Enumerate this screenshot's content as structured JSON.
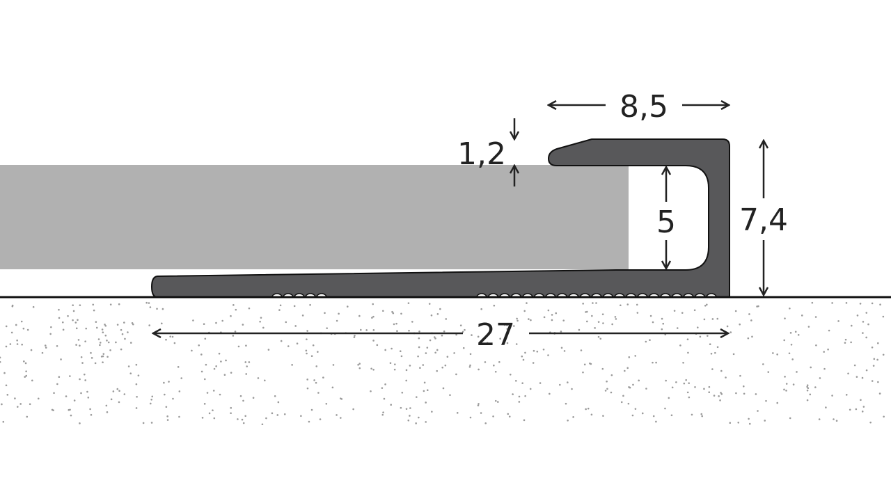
{
  "dimensions": {
    "top_width": "8,5",
    "lip_thickness": "1,2",
    "inner_height": "5",
    "total_height": "7,4",
    "total_width": "27"
  },
  "colors": {
    "profile": "#58585a",
    "tile": "#b1b1b1",
    "ink": "#222222",
    "ground_dots": "#9a9a9a"
  }
}
